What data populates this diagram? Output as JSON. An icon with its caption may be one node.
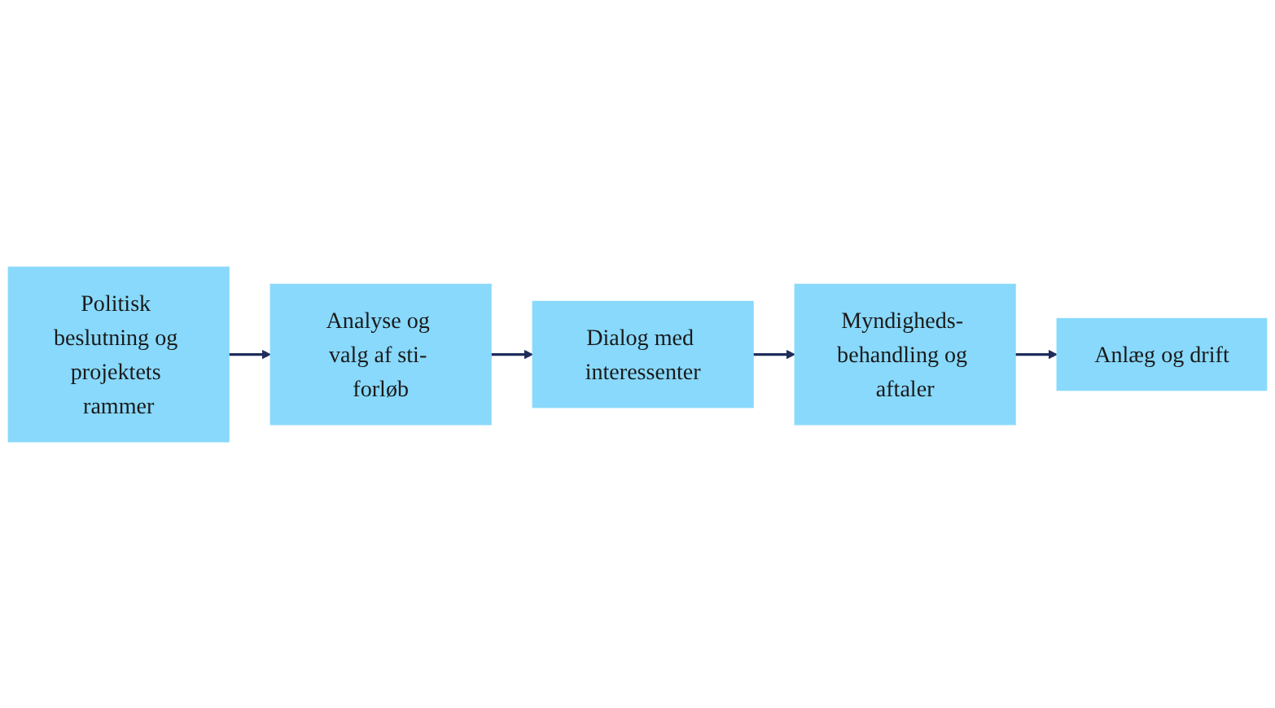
{
  "diagram": {
    "nodes": [
      {
        "text": [
          "Politisk beslutning og projektets rammer"
        ]
      },
      {
        "text": [
          "Analyse og valg af sti- forløb"
        ]
      },
      {
        "text": [
          "Dialog med interessenter"
        ]
      },
      {
        "text": [
          "Myndigheds- behandling og aftaler"
        ]
      },
      {
        "text": [
          "Anlæg og drift"
        ]
      }
    ],
    "edges": [
      {
        "from": 0,
        "to": 1,
        "arrow": "to"
      },
      {
        "from": 1,
        "to": 2,
        "arrow": "to"
      },
      {
        "from": 2,
        "to": 3,
        "arrow": "to"
      },
      {
        "from": 3,
        "to": 4,
        "arrow": "to"
      }
    ]
  }
}
